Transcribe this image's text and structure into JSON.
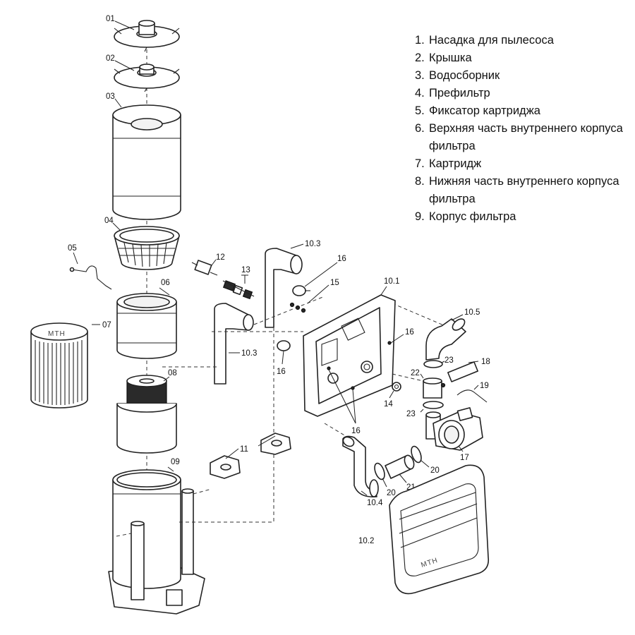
{
  "legend": [
    {
      "num": "1.",
      "text": "Насадка для пылесоса"
    },
    {
      "num": "2.",
      "text": "Крышка"
    },
    {
      "num": "3.",
      "text": "Водосборник"
    },
    {
      "num": "4.",
      "text": "Префильтр"
    },
    {
      "num": "5.",
      "text": "Фиксатор картриджа"
    },
    {
      "num": "6.",
      "text": "Верхняя часть внутреннего корпуса фильтра"
    },
    {
      "num": "7.",
      "text": "Картридж"
    },
    {
      "num": "8.",
      "text": "Нижняя часть внутреннего корпуса фильтра"
    },
    {
      "num": "9.",
      "text": "Корпус фильтра"
    }
  ],
  "callouts": {
    "p01": "01",
    "p02": "02",
    "p03": "03",
    "p04": "04",
    "p05": "05",
    "p06": "06",
    "p07": "07",
    "p08": "08",
    "p09": "09",
    "p10_1": "10.1",
    "p10_2": "10.2",
    "p10_3a": "10.3",
    "p10_3b": "10.3",
    "p10_4": "10.4",
    "p10_5": "10.5",
    "p11": "11",
    "p12": "12",
    "p13": "13",
    "p14": "14",
    "p15": "15",
    "p16a": "16",
    "p16b": "16",
    "p16c": "16",
    "p16d": "16",
    "p17": "17",
    "p18": "18",
    "p19": "19",
    "p20a": "20",
    "p20b": "20",
    "p21": "21",
    "p22": "22",
    "p23a": "23",
    "p23b": "23"
  },
  "stamps": {
    "cartridge": "MTH",
    "cover": "MTH"
  }
}
